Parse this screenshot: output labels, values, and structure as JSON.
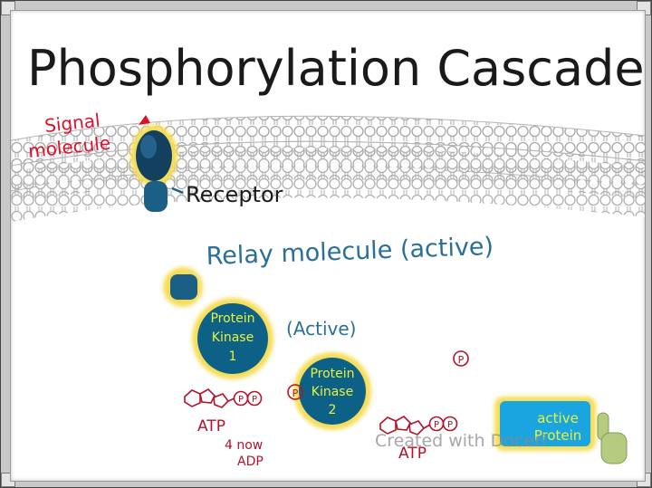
{
  "title": "Phosphorylation Cascade",
  "labels": {
    "signal_molecule_line1": "Signal",
    "signal_molecule_line2": "molecule",
    "receptor": "Receptor",
    "relay_molecule": "Relay molecule (active)",
    "active_note": "(Active)"
  },
  "kinase1": {
    "line1": "Protein",
    "line2": "Kinase",
    "line3": "1"
  },
  "kinase2": {
    "line1": "Protein",
    "line2": "Kinase",
    "line3": "2"
  },
  "active_protein": {
    "line1": "active",
    "line2": "Protein"
  },
  "atp": {
    "label1": "ATP",
    "note_line1": "4 now",
    "note_line2": "ADP",
    "label2": "ATP",
    "phosphate_symbol": "P"
  },
  "watermark": "Created with Doceri",
  "colors": {
    "title": "#1a1a1a",
    "signal": "#e0102b",
    "receptor": "#1c5f86",
    "relay_text": "#2a6f97",
    "kinase_fill": "#0e6186",
    "kinase_glow": "#f6dd57",
    "kinase_text": "#e9f23a",
    "atp_red": "#b3132b",
    "protein_blue": "#1aa5e0",
    "membrane": "#b9b9b9"
  }
}
